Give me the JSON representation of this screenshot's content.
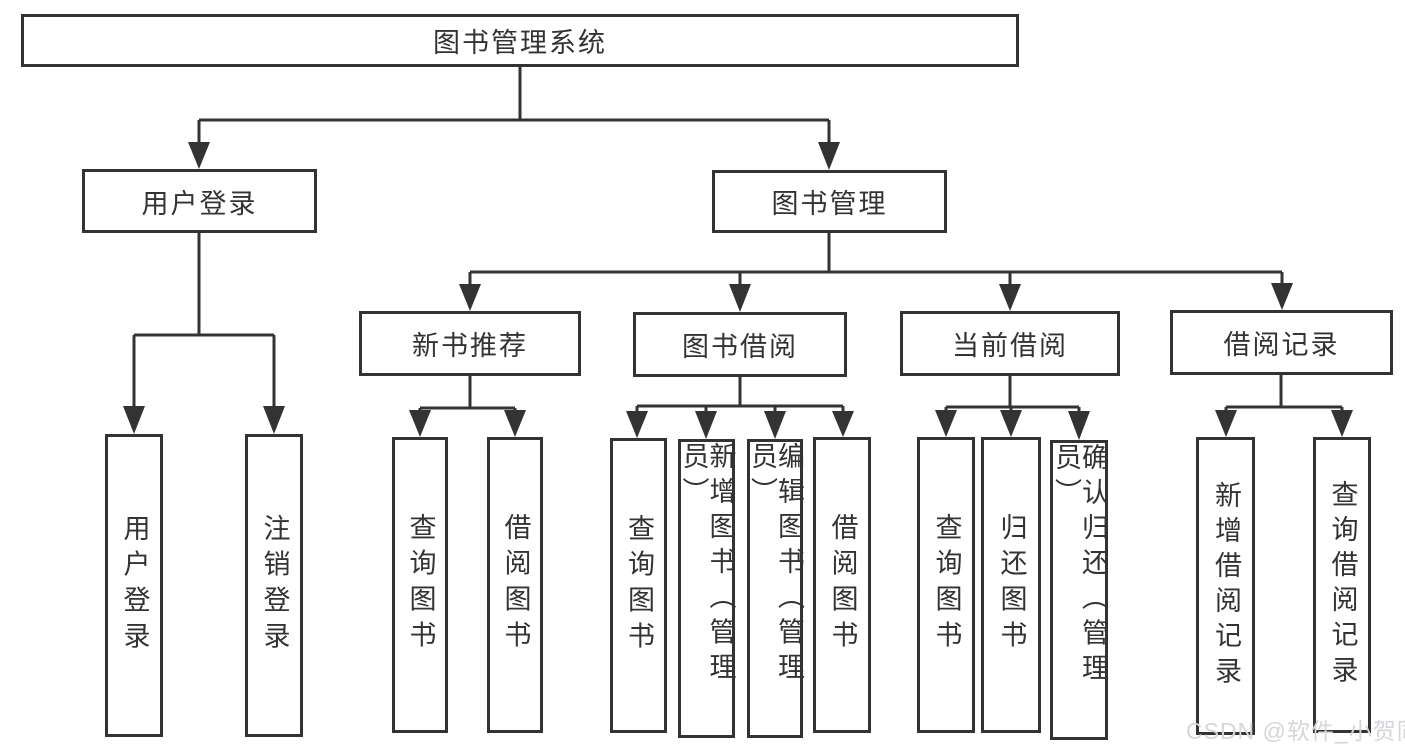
{
  "diagram": {
    "type": "tree",
    "tree": {
      "label": "图书管理系统",
      "children": [
        {
          "label": "用户登录",
          "children": [
            {
              "label": "用户登录"
            },
            {
              "label": "注销登录"
            }
          ]
        },
        {
          "label": "图书管理",
          "children": [
            {
              "label": "新书推荐",
              "children": [
                {
                  "label": "查询图书"
                },
                {
                  "label": "借阅图书"
                }
              ]
            },
            {
              "label": "图书借阅",
              "children": [
                {
                  "label": "查询图书"
                },
                {
                  "label": "新增图书（管理员）"
                },
                {
                  "label": "编辑图书（管理员）"
                },
                {
                  "label": "借阅图书"
                }
              ]
            },
            {
              "label": "当前借阅",
              "children": [
                {
                  "label": "查询图书"
                },
                {
                  "label": "归还图书"
                },
                {
                  "label": "确认归还（管理员）"
                }
              ]
            },
            {
              "label": "借阅记录",
              "children": [
                {
                  "label": "新增借阅记录"
                },
                {
                  "label": "查询借阅记录"
                }
              ]
            }
          ]
        }
      ]
    }
  },
  "watermark": "CSDN @软件_小贺同学",
  "colors": {
    "line": "#333333",
    "text": "#333333",
    "box_background": "#ffffff",
    "page_background": "#ffffff",
    "watermark": "#d4d6d9"
  }
}
